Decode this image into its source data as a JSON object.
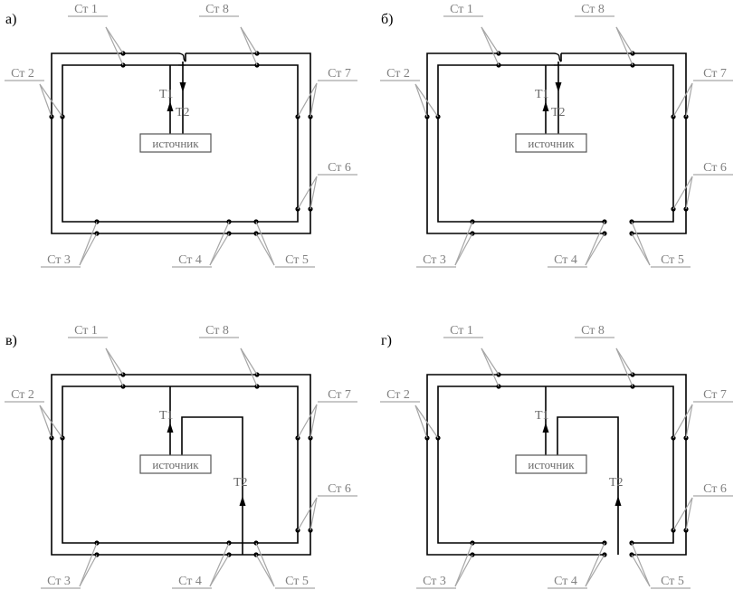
{
  "panels": [
    {
      "letter": "а)",
      "variant": "a"
    },
    {
      "letter": "б)",
      "variant": "b"
    },
    {
      "letter": "в)",
      "variant": "c"
    },
    {
      "letter": "г)",
      "variant": "d"
    }
  ],
  "stations": [
    "Ст 1",
    "Ст 2",
    "Ст 3",
    "Ст 4",
    "Ст 5",
    "Ст 6",
    "Ст 7",
    "Ст 8"
  ],
  "pipes": {
    "supply": "Т1",
    "return": "Т2"
  },
  "source": "источник",
  "colors": {
    "pipe": "#000000",
    "leader": "#a6a6a6",
    "label": "#808080"
  }
}
